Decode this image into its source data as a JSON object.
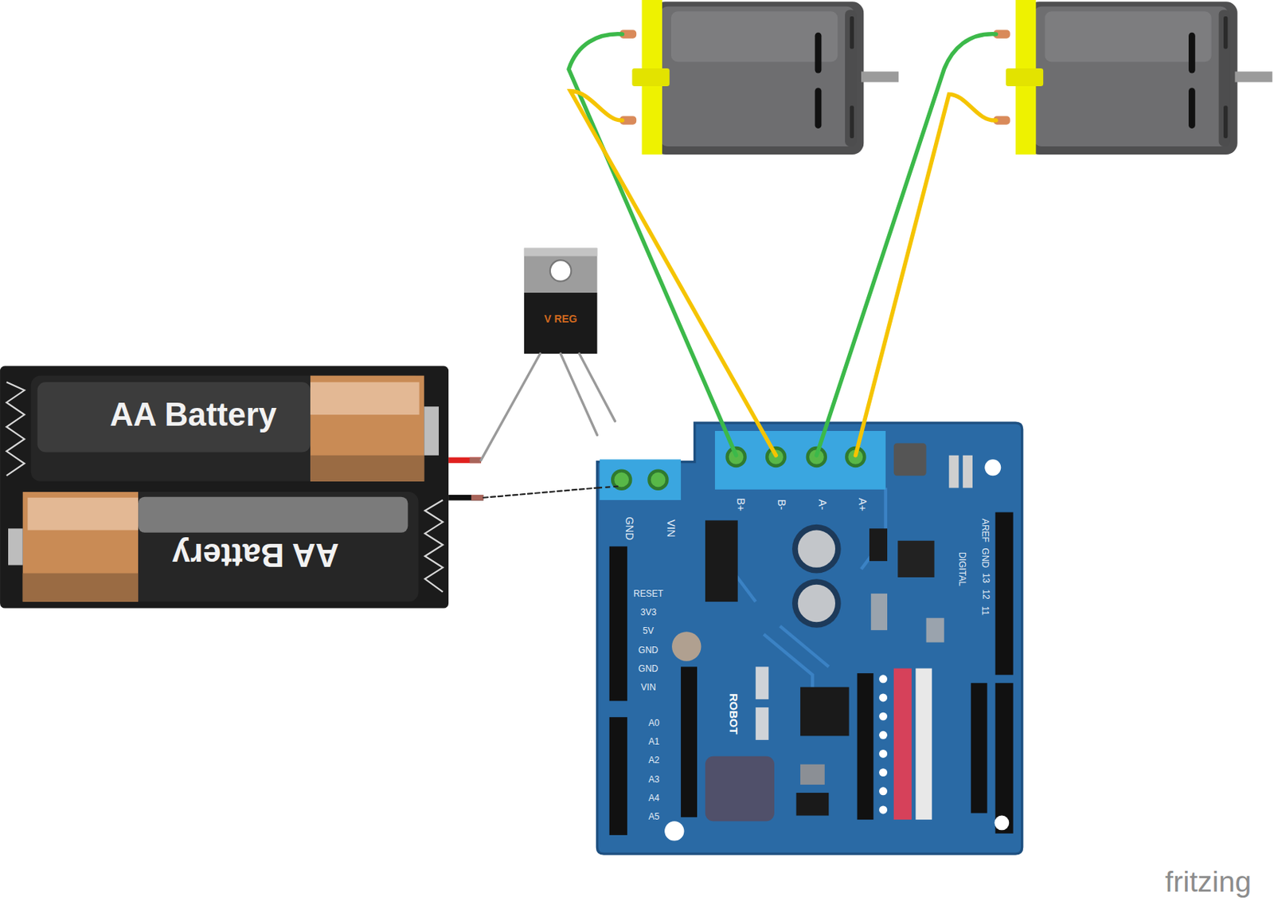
{
  "diagram": {
    "nodes": [
      {
        "text": [
          "AA Battery"
        ]
      },
      {
        "text": [
          "AA Battery"
        ]
      },
      {
        "text": [
          "V REG"
        ]
      },
      {
        "text": [
          "ROBOT"
        ]
      }
    ],
    "edges": [
      {
        "from": 0,
        "to": 2,
        "arrow": "none"
      },
      {
        "from": 2,
        "to": 3,
        "arrow": "none"
      },
      {
        "from": 2,
        "to": 3,
        "arrow": "none"
      },
      {
        "from": 1,
        "to": 3,
        "arrow": "none"
      }
    ],
    "labels": [
      "GND",
      "VIN",
      "B+",
      "B-",
      "A-",
      "A+",
      "RESET",
      "3V3",
      "5V",
      "GND",
      "GND",
      "VIN",
      "A0",
      "A1",
      "A2",
      "A3",
      "A4",
      "A5",
      "AREF",
      "GND",
      "13",
      "12",
      "11",
      "DIGITAL",
      "fritzing"
    ]
  }
}
